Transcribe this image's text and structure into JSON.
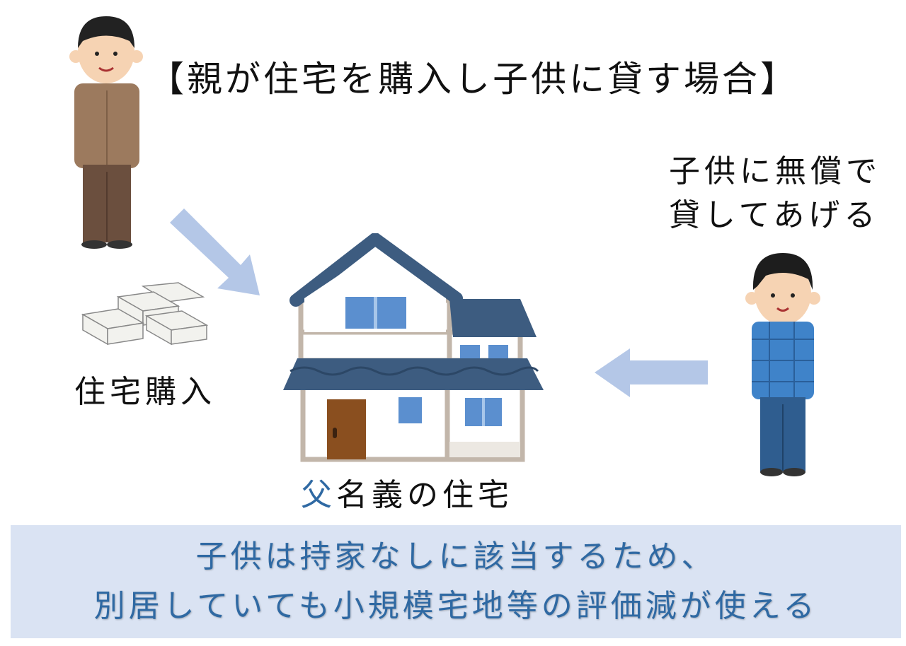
{
  "title": "【親が住宅を購入し子供に貸す場合】",
  "purchase_label": "住宅購入",
  "house_label": {
    "accent": "父",
    "rest": "名義の住宅"
  },
  "lend_note": {
    "line1": "子供に無償で",
    "line2": "貸してあげる"
  },
  "conclusion": {
    "line1": "子供は持家なしに該当するため、",
    "line2": "別居していても小規模宅地等の評価減が使える"
  },
  "colors": {
    "arrow": "#b4c7e7",
    "banner_bg": "#dae3f3",
    "banner_text": "#2f69a3",
    "roof": "#3d5c80"
  }
}
